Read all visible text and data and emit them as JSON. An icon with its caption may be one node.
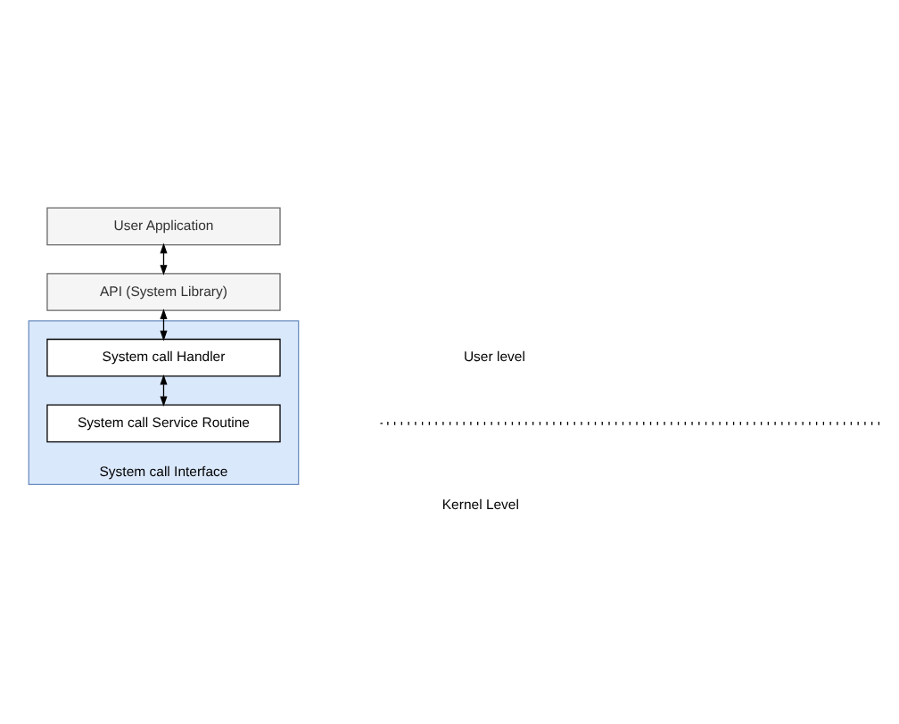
{
  "diagram": {
    "nodes": [
      {
        "text": [
          "User Application"
        ]
      },
      {
        "text": [
          "API (System Library)"
        ]
      },
      {
        "text": [
          "System call Interface"
        ]
      },
      {
        "text": [
          "System call Handler"
        ],
        "in": 2
      },
      {
        "text": [
          "System call Service Routine"
        ],
        "in": 2
      }
    ],
    "edges": [
      {
        "from": 0,
        "to": 1,
        "arrow": "both"
      },
      {
        "from": 1,
        "to": 3,
        "arrow": "both"
      },
      {
        "from": 3,
        "to": 4,
        "arrow": "both"
      }
    ],
    "labels": [
      "User level",
      "Kernel Level"
    ]
  }
}
